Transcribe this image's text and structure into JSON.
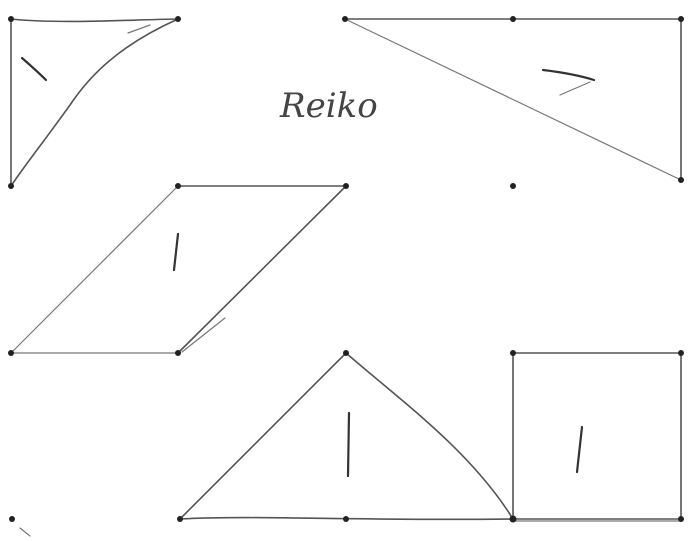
{
  "sheet": {
    "name": "Reiko",
    "shape_marks": {
      "top_left_triangle": "1",
      "top_right_triangle": "1",
      "parallelogram": "1",
      "bottom_triangle": "1",
      "square": "1"
    }
  }
}
